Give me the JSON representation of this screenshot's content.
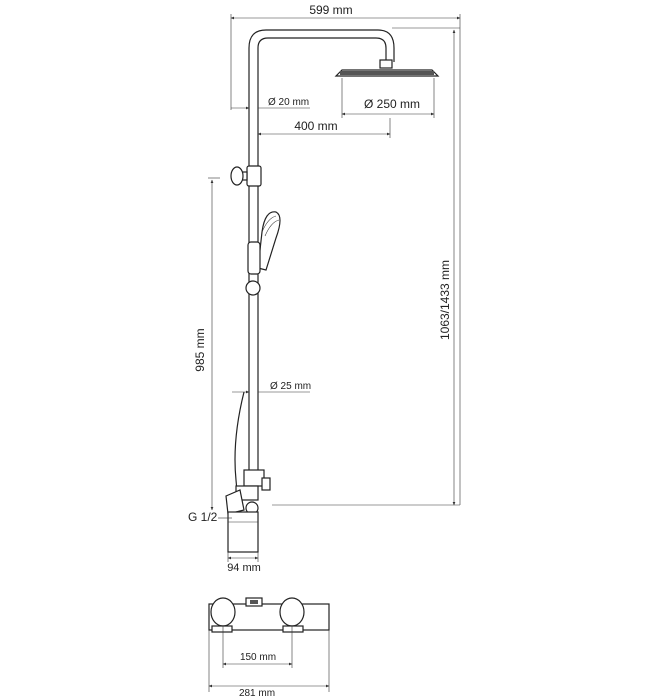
{
  "colors": {
    "line": "#222222",
    "background": "#ffffff"
  },
  "dimensions": {
    "total_width": "599 mm",
    "arm_diameter": "Ø 20 mm",
    "head_diameter": "Ø 250 mm",
    "arm_length": "400 mm",
    "total_height": "1063/1433 mm",
    "mount_height": "985 mm",
    "rail_diameter": "Ø 25 mm",
    "thread": "G 1/2",
    "mixer_depth": "94 mm",
    "center_distance": "150 mm",
    "mixer_width": "281 mm"
  }
}
